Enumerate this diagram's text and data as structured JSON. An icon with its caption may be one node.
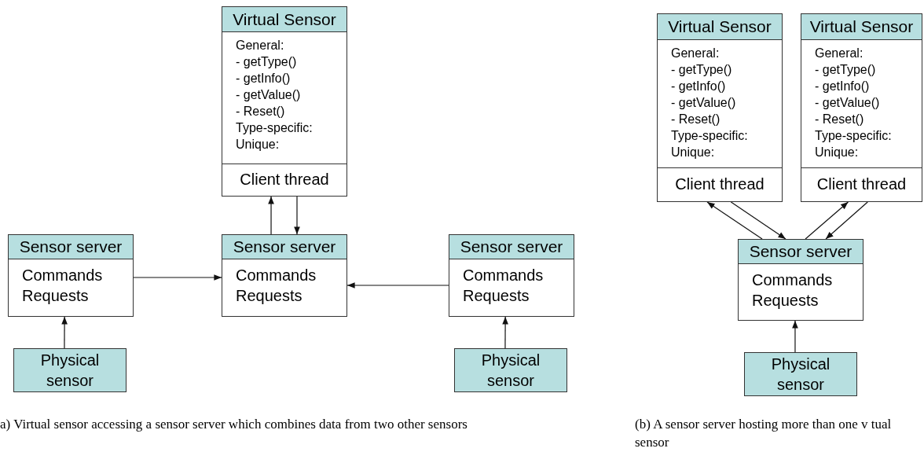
{
  "diagram": {
    "nodes": [
      {
        "text": [
          "Virtual Sensor",
          "General:",
          "- getType()",
          "- getInfo()",
          "- getValue()",
          "- Reset()",
          "Type-specific:",
          "Unique:",
          "Client thread"
        ]
      },
      {
        "text": [
          "Sensor server",
          "Commands",
          "Requests"
        ]
      },
      {
        "text": [
          "Sensor server",
          "Commands",
          "Requests"
        ]
      },
      {
        "text": [
          "Sensor server",
          "Commands",
          "Requests"
        ]
      },
      {
        "text": [
          "Physical sensor"
        ]
      },
      {
        "text": [
          "Physical sensor"
        ]
      },
      {
        "text": [
          "Virtual Sensor",
          "General:",
          "- getType()",
          "- getInfo()",
          "- getValue()",
          "- Reset()",
          "Type-specific:",
          "Unique:",
          "Client thread"
        ]
      },
      {
        "text": [
          "Virtual Sensor",
          "General:",
          "- getType()",
          "- getInfo()",
          "- getValue()",
          "- Reset()",
          "Type-specific:",
          "Unique:",
          "Client thread"
        ]
      },
      {
        "text": [
          "Sensor server",
          "Commands",
          "Requests"
        ]
      },
      {
        "text": [
          "Physical sensor"
        ]
      }
    ],
    "edges": [
      {
        "from": 2,
        "to": 0,
        "arrow": "to"
      },
      {
        "from": 0,
        "to": 2,
        "arrow": "to"
      },
      {
        "from": 1,
        "to": 2,
        "arrow": "to"
      },
      {
        "from": 3,
        "to": 2,
        "arrow": "to"
      },
      {
        "from": 4,
        "to": 1,
        "arrow": "to"
      },
      {
        "from": 5,
        "to": 3,
        "arrow": "to"
      },
      {
        "from": 8,
        "to": 6,
        "arrow": "to"
      },
      {
        "from": 6,
        "to": 8,
        "arrow": "to"
      },
      {
        "from": 8,
        "to": 7,
        "arrow": "to"
      },
      {
        "from": 7,
        "to": 8,
        "arrow": "to"
      },
      {
        "from": 9,
        "to": 8,
        "arrow": "to"
      }
    ],
    "labels": [
      "a) Virtual sensor accessing a sensor server which combines data from two other sensors",
      "(b) A sensor server hosting more than one v tual sensor"
    ]
  }
}
